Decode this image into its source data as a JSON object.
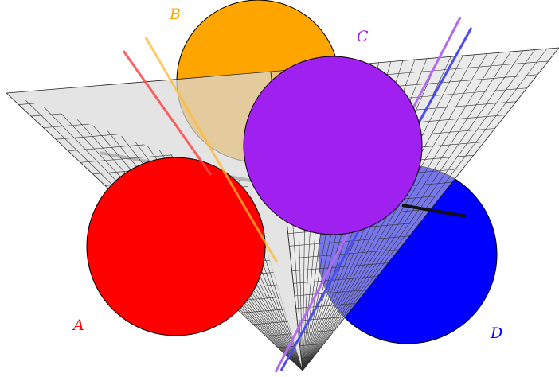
{
  "diagram": {
    "points": [
      {
        "id": "A",
        "label": "A",
        "color": "#ff0000"
      },
      {
        "id": "B",
        "label": "B",
        "color": "#ffa500"
      },
      {
        "id": "C",
        "label": "C",
        "color": "#a020f0"
      },
      {
        "id": "D",
        "label": "D",
        "color": "#0000ff"
      }
    ],
    "colors": {
      "surface": "#d9d9d9",
      "mesh": "#333333",
      "axis": "#333333"
    }
  }
}
